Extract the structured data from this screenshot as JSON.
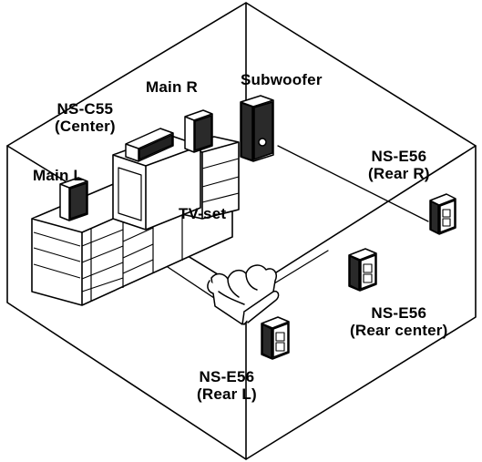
{
  "labels": {
    "main_l": "Main L",
    "main_r": "Main R",
    "center_line1": "NS-C55",
    "center_line2": "(Center)",
    "subwoofer": "Subwoofer",
    "tv_set": "TV-set",
    "rear_r_line1": "NS-E56",
    "rear_r_line2": "(Rear R)",
    "rear_center_line1": "NS-E56",
    "rear_center_line2": "(Rear center)",
    "rear_l_line1": "NS-E56",
    "rear_l_line2": "(Rear L)"
  }
}
